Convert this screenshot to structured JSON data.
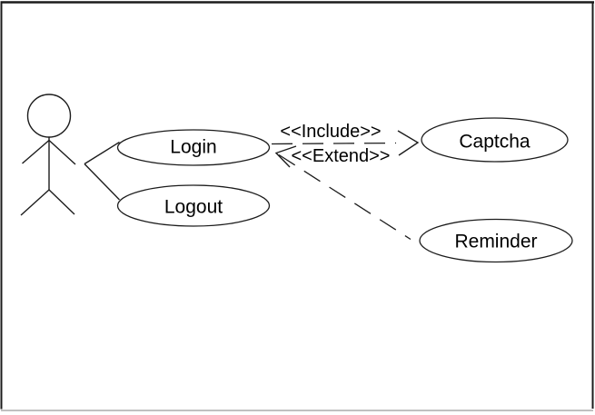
{
  "diagram_type": "uml-use-case",
  "colors": {
    "background": "#ffffff",
    "stroke": "#1c1c1c",
    "text": "#000000"
  },
  "use_cases": [
    {
      "label": "Login"
    },
    {
      "label": "Logout"
    },
    {
      "label": "Captcha"
    },
    {
      "label": "Reminder"
    }
  ],
  "relationships": [
    {
      "label": "<<Include>>",
      "from": "Login",
      "to": "Captcha",
      "line": "dashed-open-arrow"
    },
    {
      "label": "<<Extend>>",
      "from": "Reminder",
      "to": "Login",
      "line": "dashed-open-arrow"
    }
  ],
  "associations": [
    {
      "from": "actor",
      "to": "Login"
    },
    {
      "from": "actor",
      "to": "Logout"
    }
  ]
}
